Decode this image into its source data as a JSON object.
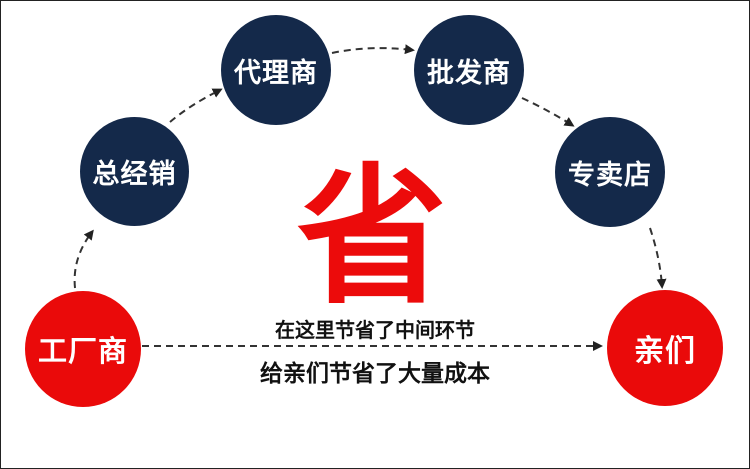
{
  "nodes": {
    "factory": {
      "label": "工厂商"
    },
    "general": {
      "label": "总经销"
    },
    "agent": {
      "label": "代理商"
    },
    "wholesaler": {
      "label": "批发商"
    },
    "store": {
      "label": "专卖店"
    },
    "customer": {
      "label": "亲们"
    }
  },
  "center": {
    "big_char": "省"
  },
  "captions": {
    "line1": "在这里节省了中间环节",
    "line2": "给亲们节省了大量成本"
  },
  "colors": {
    "navy": "#14294a",
    "red": "#ea0a0a",
    "arrow": "#333333"
  }
}
